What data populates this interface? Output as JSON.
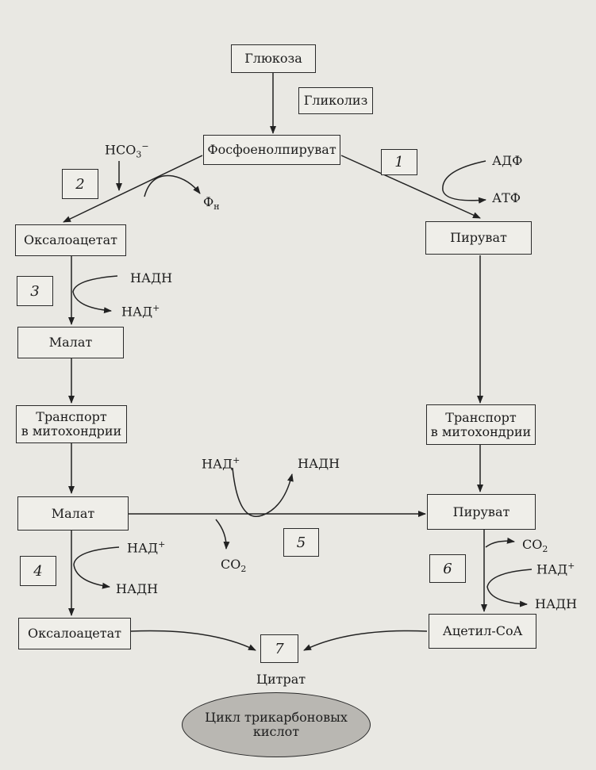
{
  "boxes": {
    "glucose": "Глюкоза",
    "glycolysis": "Гликолиз",
    "pep": "Фосфоенолпируват",
    "oxaloacetate_top": "Оксалоацетат",
    "pyruvate_top": "Пируват",
    "malate_cyto": "Малат",
    "transport_left_l1": "Транспорт",
    "transport_left_l2": "в митохондрии",
    "transport_right_l1": "Транспорт",
    "transport_right_l2": "в митохондрии",
    "malate_mito": "Малат",
    "pyruvate_mito": "Пируват",
    "oxaloacetate_bottom": "Оксалоацетат",
    "acetyl_coa": "Ацетил-CoA",
    "citrate": "Цитрат",
    "tca_l1": "Цикл трикарбоновых",
    "tca_l2": "кислот"
  },
  "steps": {
    "s1": "1",
    "s2": "2",
    "s3": "3",
    "s4": "4",
    "s5": "5",
    "s6": "6",
    "s7": "7"
  },
  "cofactors": {
    "hco3_base": "HCO",
    "hco3_sub": "3",
    "hco3_sup": "−",
    "pi_base": "Ф",
    "pi_sub": "н",
    "adp": "АДФ",
    "atp": "АТФ",
    "nadh_3": "НАДН",
    "nad_3_base": "НАД",
    "nad_3_sup": "+",
    "nad_mid_base": "НАД",
    "nad_mid_sup": "+",
    "nadh_mid": "НАДН",
    "co2_mid_base": "CO",
    "co2_mid_sub": "2",
    "nad_4_base": "НАД",
    "nad_4_sup": "+",
    "nadh_4": "НАДН",
    "co2_6_base": "CO",
    "co2_6_sub": "2",
    "nad_6_base": "НАД",
    "nad_6_sup": "+",
    "nadh_6": "НАДН"
  }
}
